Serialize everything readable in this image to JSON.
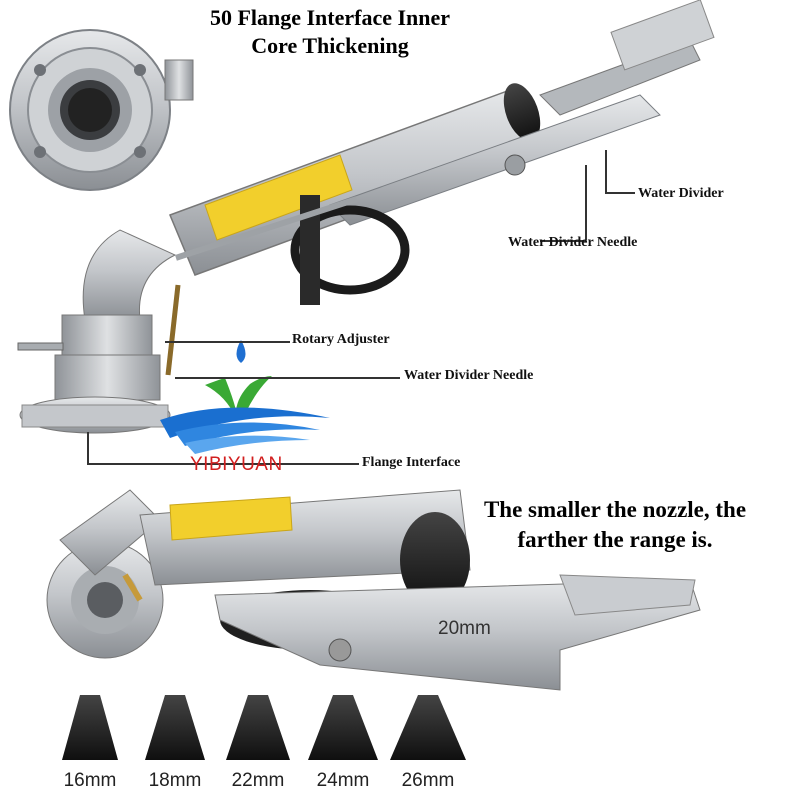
{
  "heading": {
    "line1": "50 Flange Interface Inner",
    "line2": "Core Thickening"
  },
  "callouts": {
    "water_divider": "Water Divider",
    "water_divider_needle_top": "Water Divider Needle",
    "rotary_adjuster": "Rotary Adjuster",
    "water_divider_needle_mid": "Water Divider Needle",
    "flange_interface": "Flange Interface"
  },
  "brand": {
    "name": "YIBIYUAN",
    "colors": {
      "drop": "#1f6fd1",
      "leaf": "#3aa935",
      "wave": "#1a6fd0",
      "text": "#d21f1f"
    }
  },
  "slogan": {
    "line1": "The smaller the nozzle, the",
    "line2": "farther the range is."
  },
  "main_nozzle_label": "20mm",
  "nozzles": [
    {
      "size": "16mm"
    },
    {
      "size": "18mm"
    },
    {
      "size": "22mm"
    },
    {
      "size": "24mm"
    },
    {
      "size": "26mm"
    }
  ],
  "colors": {
    "aluminum": "#b9bcc0",
    "aluminum_dark": "#8e9297",
    "label_yellow": "#f2cf2c",
    "rubber": "#1b1b1b"
  }
}
